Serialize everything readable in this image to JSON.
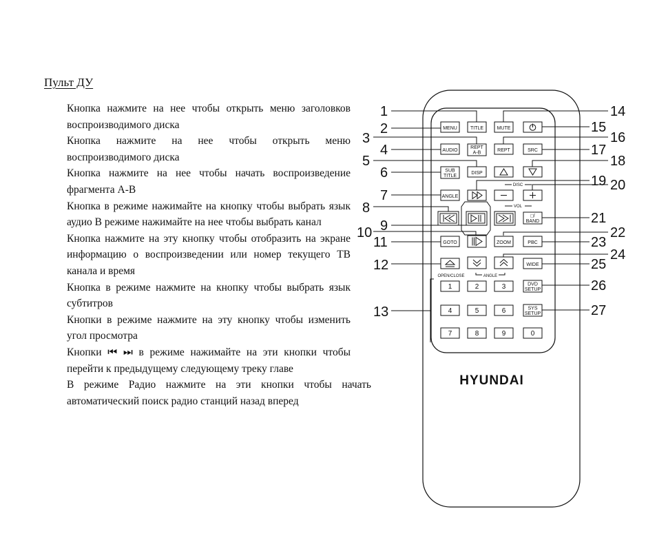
{
  "heading": "Пульт ДУ",
  "paragraphs": [
    "Кнопка                нажмите на нее  чтобы открыть меню заголовков воспроизводимого диска",
    "Кнопка                нажмите на нее  чтобы открыть меню воспроизводимого диска",
    "Кнопка                  нажмите на нее  чтобы начать воспроизведение фрагмента А-В",
    "Кнопка           в режиме         нажимайте на кнопку  чтобы выбрать язык аудио  В режиме        нажимайте на нее  чтобы выбрать канал",
    "Кнопка           нажмите на эту кнопку чтобы отобразить на экране информацию о воспроизведении или номер текущего ТВ канала и время",
    "Кнопка              в режиме          нажмите на кнопку  чтобы выбрать язык субтитров",
    "Кнопки              в режиме          нажмите на эту кнопку  чтобы изменить угол просмотра",
    "Кнопки ⏮ ⏭   в режиме          нажимайте на эти кнопки  чтобы  перейти  к  предыдущему следующему треку  главе",
    "В  режиме                Радио  нажмите на эти кнопки чтобы начать автоматический поиск радио станций назад  вперед"
  ],
  "remote": {
    "brand": "HYUNDAI",
    "buttons": {
      "menu": "MENU",
      "title": "TITLE",
      "mute": "MUTE",
      "audio": "AUDIO",
      "rept_ab_1": "REPT",
      "rept_ab_2": "A-B",
      "rept": "REPT",
      "src": "SRC",
      "sub_1": "SUB",
      "sub_2": "TITLE",
      "disp": "DISP",
      "angle": "ANGLE",
      "band_1": "□/",
      "band_2": "BAND",
      "goto": "GOTO",
      "zoom": "ZOOM",
      "pbc": "PBC",
      "wide": "WIDE",
      "dvd_1": "DVD",
      "dvd_2": "SETUP",
      "sys_1": "SYS",
      "sys_2": "SETUP"
    },
    "small_labels": {
      "disc": "DISC",
      "vol": "VOL",
      "open_close": "OPEN/CLOSE",
      "angle": "ANGLE"
    },
    "digits": [
      "1",
      "2",
      "3",
      "4",
      "5",
      "6",
      "7",
      "8",
      "9",
      "0"
    ],
    "callouts": [
      "1",
      "2",
      "3",
      "4",
      "5",
      "6",
      "7",
      "8",
      "9",
      "10",
      "11",
      "12",
      "13",
      "14",
      "15",
      "16",
      "17",
      "18",
      "19",
      "20",
      "21",
      "22",
      "23",
      "24",
      "25",
      "26",
      "27"
    ]
  }
}
